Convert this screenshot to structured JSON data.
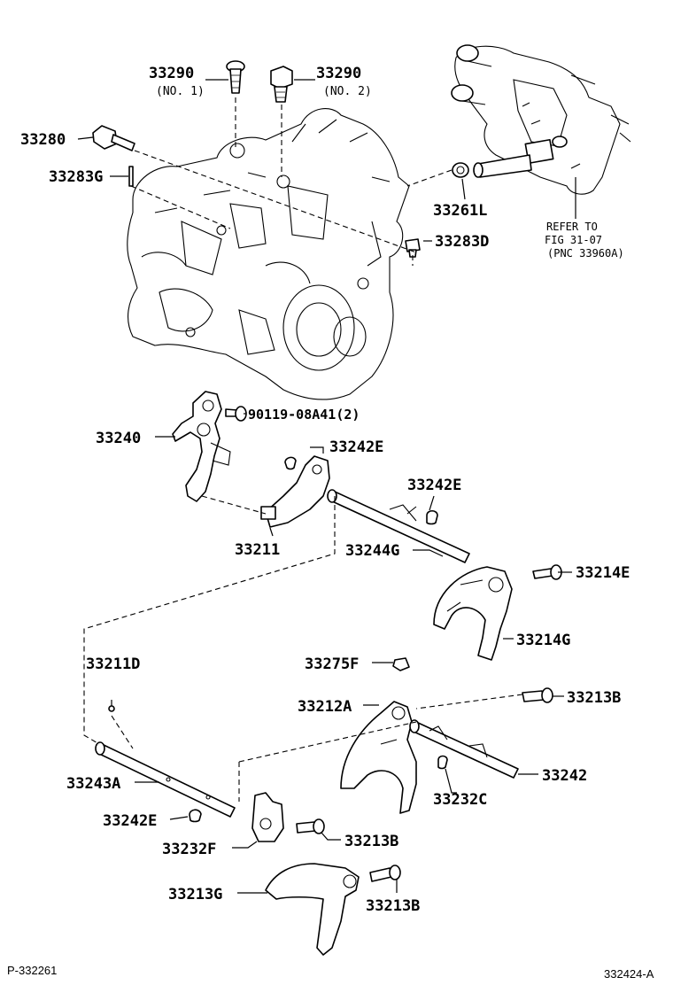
{
  "labels": {
    "p33290_1": "33290",
    "p33290_1_sub": "(NO. 1)",
    "p33290_2": "33290",
    "p33290_2_sub": "(NO. 2)",
    "p33280": "33280",
    "p33283g": "33283G",
    "p33261l": "33261L",
    "p33283d": "33283D",
    "p90119": "90119-08A41(2)",
    "p33240": "33240",
    "p33242e_a": "33242E",
    "p33242e_b": "33242E",
    "p33211": "33211",
    "p33244g": "33244G",
    "p33214e": "33214E",
    "p33214g": "33214G",
    "p33211d": "33211D",
    "p33275f": "33275F",
    "p33212a": "33212A",
    "p33213b_a": "33213B",
    "p33243a": "33243A",
    "p33242": "33242",
    "p33232c": "33232C",
    "p33242e_c": "33242E",
    "p33232f": "33232F",
    "p33213b_b": "33213B",
    "p33213g": "33213G",
    "p33213b_c": "33213B"
  },
  "refer_note": {
    "line1": "REFER TO",
    "line2": "FIG 31-07",
    "line3": "(PNC 33960A)"
  },
  "footer": {
    "left": "P-332261",
    "right": "332424-A"
  }
}
